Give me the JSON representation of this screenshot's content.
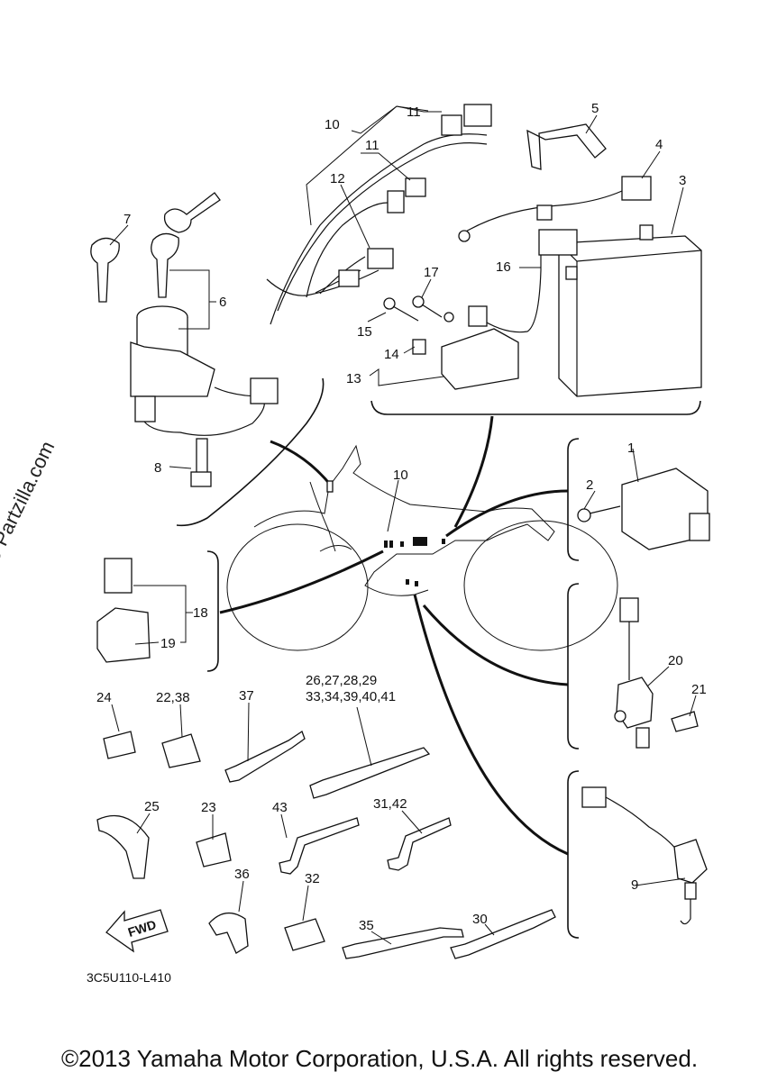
{
  "diagram": {
    "part_code": "3C5U110-L410",
    "fwd_label": "FWD",
    "watermark": "© Partzilla.com",
    "copyright": "©2013 Yamaha Motor Corporation, U.S.A. All rights reserved.",
    "callouts": {
      "c1": "1",
      "c2": "2",
      "c3": "3",
      "c4": "4",
      "c5": "5",
      "c6": "6",
      "c7": "7",
      "c8": "8",
      "c9": "9",
      "c10a": "10",
      "c10b": "10",
      "c11a": "11",
      "c11b": "11",
      "c12": "12",
      "c13": "13",
      "c14": "14",
      "c15": "15",
      "c16": "16",
      "c17": "17",
      "c18": "18",
      "c19": "19",
      "c20": "20",
      "c21": "21",
      "c22": "22,38",
      "c23": "23",
      "c24": "24",
      "c25": "25",
      "c26a": "26,27,28,29",
      "c26b": "33,34,39,40,41",
      "c30": "30",
      "c31": "31,42",
      "c32": "32",
      "c35": "35",
      "c36": "36",
      "c37": "37",
      "c43": "43"
    }
  }
}
